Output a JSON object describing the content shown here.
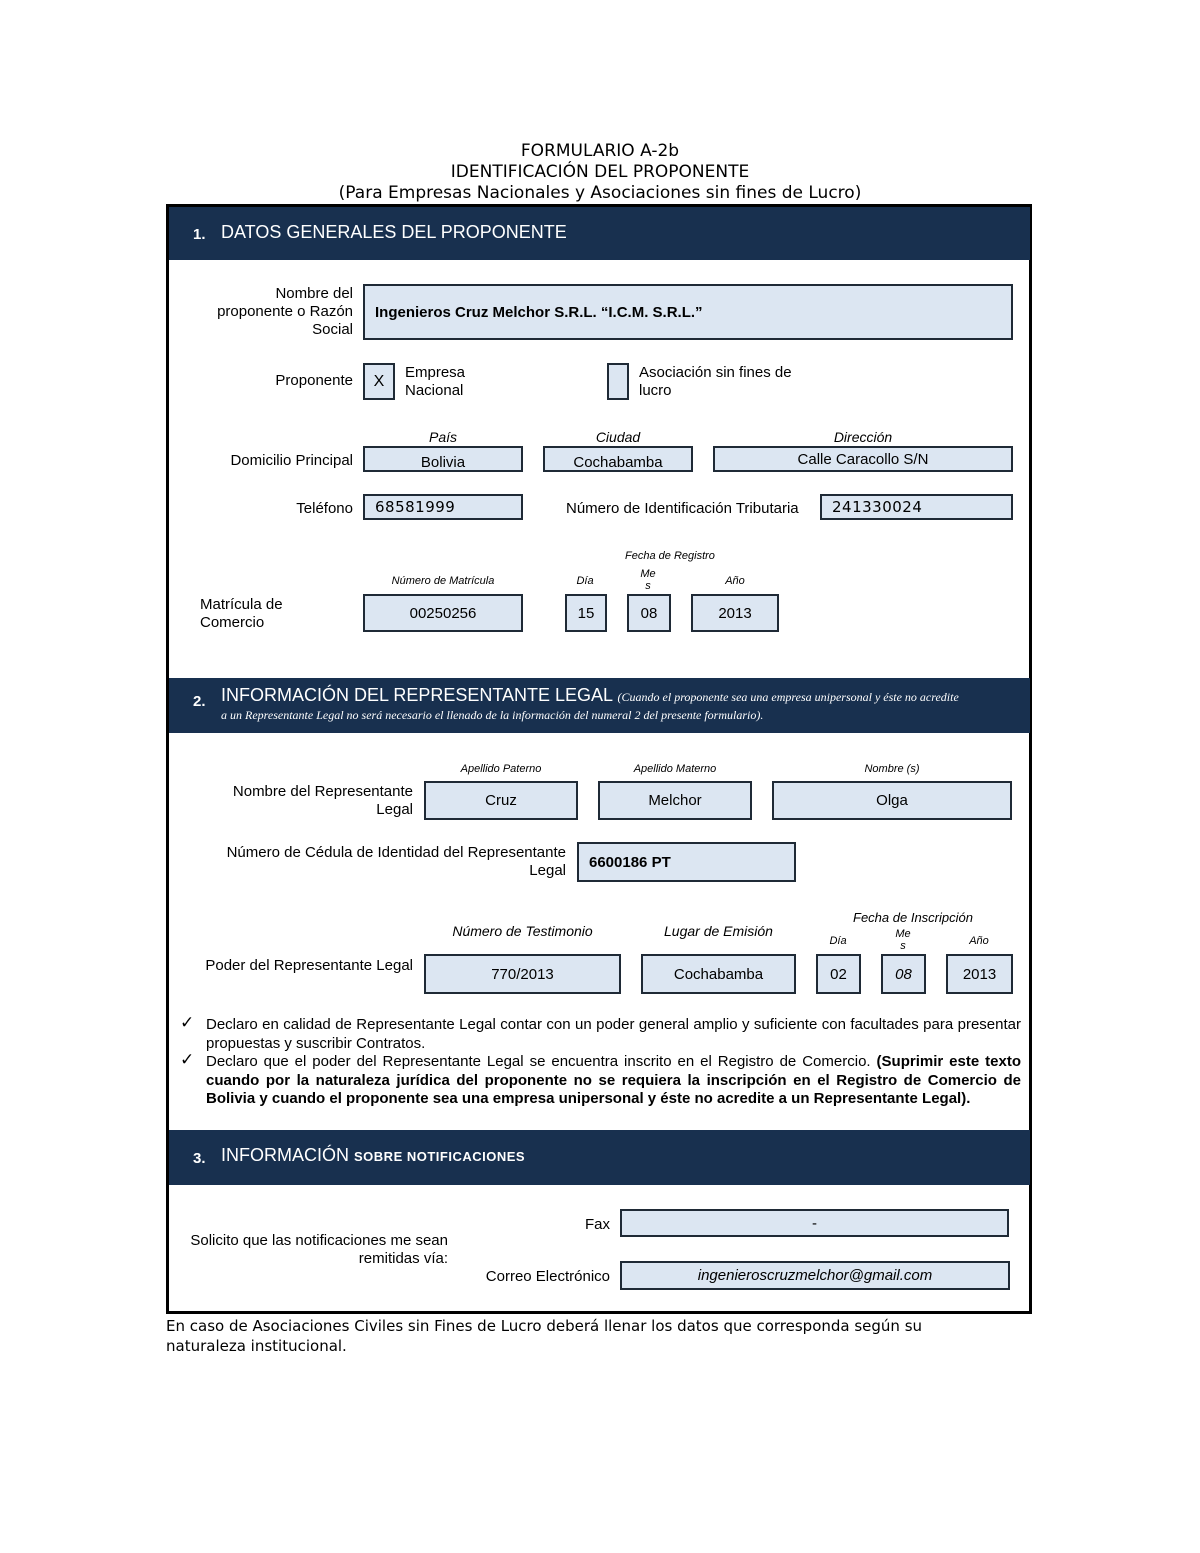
{
  "header": {
    "line1": "FORMULARIO A-2b",
    "line2": "IDENTIFICACIÓN DEL PROPONENTE",
    "line3": "(Para Empresas Nacionales y Asociaciones sin fines de Lucro)"
  },
  "section1": {
    "number": "1.",
    "title": "DATOS GENERALES DEL PROPONENTE",
    "razon_label": "Nombre del proponente o Razón Social",
    "razon_value": "Ingenieros Cruz Melchor S.R.L.  “I.C.M. S.R.L.”",
    "proponente_label": "Proponente",
    "empresa_mark": "X",
    "empresa_label": "Empresa Nacional",
    "asociacion_mark": "",
    "asociacion_label": "Asociación sin fines de lucro",
    "domicilio_label": "Domicilio Principal",
    "pais_label": "País",
    "pais_value": "Bolivia",
    "ciudad_label": "Ciudad",
    "ciudad_value": "Cochabamba",
    "direccion_label": "Dirección",
    "direccion_value": "Calle Caracollo S/N",
    "telefono_label": "Teléfono",
    "telefono_value": "68581999",
    "nit_label": "Número de Identificación Tributaria",
    "nit_value": "241330024",
    "matricula_label": "Matrícula de Comercio",
    "numero_matricula_label": "Número de Matrícula",
    "numero_matricula_value": "00250256",
    "fecha_registro_label": "Fecha de Registro",
    "dia_label": "Día",
    "dia_value": "15",
    "mes_label_a": "Me",
    "mes_label_b": "s",
    "mes_value": "08",
    "anio_label": "Año",
    "anio_value": "2013"
  },
  "section2": {
    "number": "2.",
    "title": "INFORMACIÓN DEL REPRESENTANTE LEGAL",
    "note_a": "(Cuando el proponente sea una empresa unipersonal y éste no acredite",
    "note_b": "a un Representante Legal no será necesario el llenado de la información del numeral 2 del presente formulario).",
    "nombre_rep_label": "Nombre del Representante Legal",
    "apellido_paterno_label": "Apellido Paterno",
    "apellido_paterno_value": "Cruz",
    "apellido_materno_label": "Apellido Materno",
    "apellido_materno_value": "Melchor",
    "nombres_label": "Nombre (s)",
    "nombres_value": "Olga",
    "ci_label_a": "Número de Cédula de Identidad del Representante",
    "ci_label_b": "Legal",
    "ci_value": "6600186 PT",
    "poder_label": "Poder del Representante Legal",
    "testimonio_label": "Número de Testimonio",
    "testimonio_value": "770/2013",
    "lugar_label": "Lugar de Emisión",
    "lugar_value": "Cochabamba",
    "fecha_insc_label": "Fecha de Inscripción",
    "dia_label": "Día",
    "dia_value": "02",
    "mes_label_a": "Me",
    "mes_label_b": "s",
    "mes_value": "08",
    "anio_label": "Año",
    "anio_value": "2013",
    "decl1_a": "Declaro en calidad de Representante Legal contar con un poder general amplio y suficiente con facultades para",
    "decl1_b": "presentar propuestas y suscribir Contratos.",
    "decl2_normal": "Declaro que el poder del Representante Legal se encuentra inscrito en el Registro de Comercio.",
    "decl2_bold": "(Suprimir este texto cuando por la naturaleza jurídica del proponente no se requiera la inscripción en el Registro de Comercio de Bolivia y cuando el proponente sea una empresa unipersonal y éste no acredite a un Representante Legal)."
  },
  "section3": {
    "number": "3.",
    "title_a": "INFORMACIÓN",
    "title_b": "SOBRE NOTIFICACIONES",
    "solicito_label": "Solicito que las notificaciones me sean remitidas vía:",
    "fax_label": "Fax",
    "fax_value": "-",
    "correo_label": "Correo Electrónico",
    "correo_value": "ingenieroscruzmelchor@gmail.com"
  },
  "footer": {
    "text": "En caso de Asociaciones Civiles sin Fines de Lucro deberá llenar los datos que corresponda según su naturaleza institucional."
  }
}
